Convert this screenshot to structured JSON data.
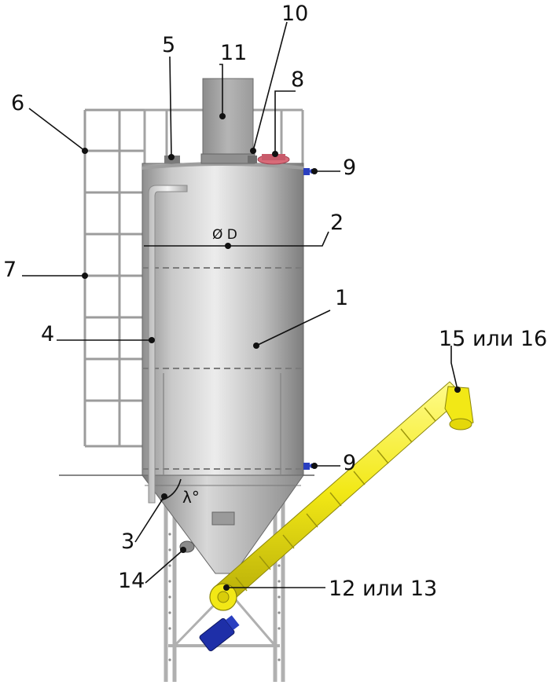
{
  "labels": {
    "n1": "1",
    "n2": "2",
    "n3": "3",
    "n4": "4",
    "n5": "5",
    "n6": "6",
    "n7": "7",
    "n8": "8",
    "n9_top": "9",
    "n9_bottom": "9",
    "n10": "10",
    "n11": "11",
    "n12_13": "12 или 13",
    "n14": "14",
    "n15_16": "15 или 16"
  },
  "annotations": {
    "diameter": "Ø D",
    "angle": "λ°"
  },
  "colors": {
    "tank_metal": "#b9b9b9",
    "tank_highlight": "#e4e4e4",
    "frame_metal": "#cfcfcf",
    "conveyor": "#f2e816",
    "motor": "#1e2fa8",
    "fitting_blue": "#2a3fc0",
    "hatch_red": "#d86a78",
    "leader_line": "#111111"
  }
}
